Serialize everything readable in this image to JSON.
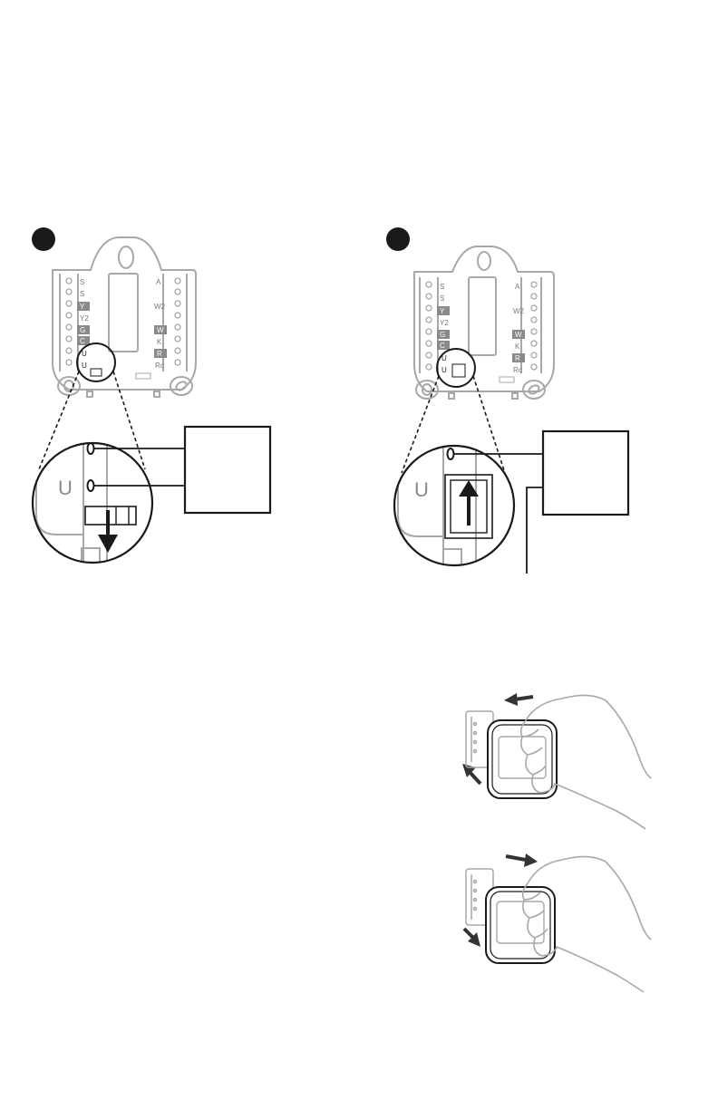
{
  "figure_1": {
    "left_labels": [
      "S",
      "S",
      "Y",
      "Y2",
      "G",
      "C",
      "U",
      "U"
    ],
    "right_labels": [
      "A",
      "W2",
      "W",
      "K",
      "R",
      "Rc"
    ],
    "highlighted_left": [
      "Y",
      "G",
      "C"
    ],
    "highlighted_right": [
      "W",
      "R"
    ],
    "magnified_label": "U",
    "slider_direction": "down"
  },
  "figure_2": {
    "left_labels": [
      "S",
      "S",
      "Y",
      "Y2",
      "G",
      "C",
      "U",
      "U"
    ],
    "right_labels": [
      "A",
      "W2",
      "W",
      "K",
      "R",
      "Rc"
    ],
    "highlighted_left": [
      "Y",
      "G",
      "C"
    ],
    "highlighted_right": [
      "W",
      "R"
    ],
    "magnified_label": "U",
    "slider_direction": "up"
  },
  "figure_3": {
    "arrow_direction": "up-left",
    "description_icon": "hand-removing-thermostat-icon"
  },
  "figure_4": {
    "arrow_direction": "down-right",
    "description_icon": "hand-attaching-thermostat-icon"
  },
  "colors": {
    "line": "#1a1a1a",
    "plate_outline": "#a8a8a8",
    "label_highlight": "#8a8a8a",
    "arrow_gray": "#333333"
  }
}
